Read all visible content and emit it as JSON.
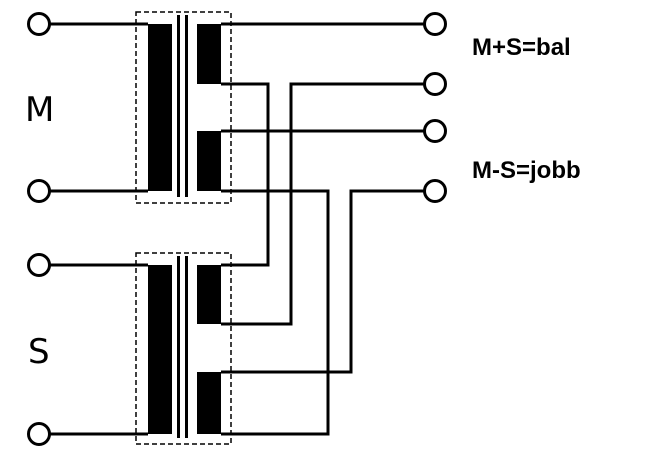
{
  "labels": {
    "m": "M",
    "s": "S",
    "sum": "M+S=bal",
    "diff": "M-S=jobb"
  },
  "colors": {
    "line": "#000000",
    "background": "#ffffff"
  }
}
